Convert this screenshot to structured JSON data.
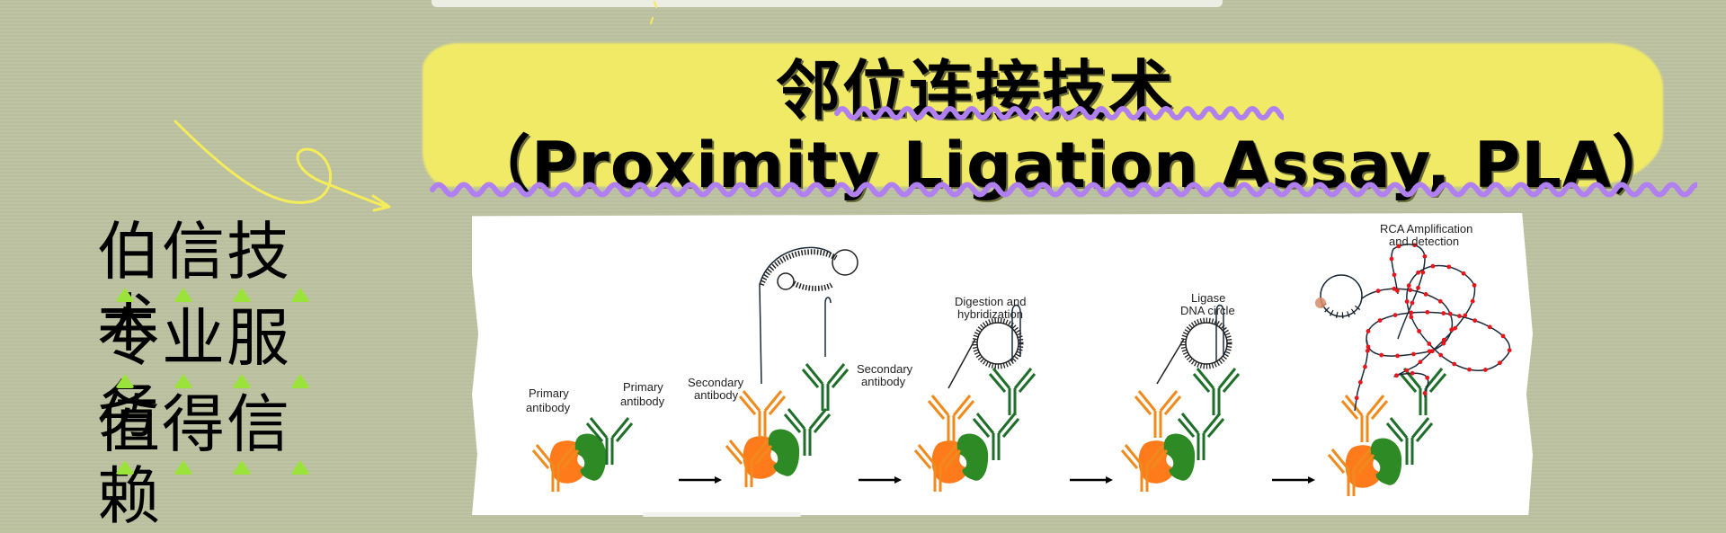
{
  "title": {
    "chinese": "邻位连接技术",
    "english": "（Proximity Ligation Assay, PLA）"
  },
  "slogan": {
    "lines": [
      "伯信技术",
      "专业服务",
      "值得信赖"
    ]
  },
  "colors": {
    "background": "#bdc3a1",
    "highlight": "#f1ea66",
    "wave": "#b07ff0",
    "triangle": "#9be33a",
    "orange": "#f08a1c",
    "orange_protein": "#ff7a1a",
    "green": "#1f6e2a",
    "green_protein": "#2e8a25",
    "signal_red": "#e8151b",
    "doodle": "#f5ec5a"
  },
  "diagram": {
    "steps": [
      {
        "labels": [
          "Primary\nantibody",
          "Primary\nantibody"
        ]
      },
      {
        "labels": [
          "Secondary\nantibody",
          "Secondary\nantibody"
        ]
      },
      {
        "labels": [
          "Digestion and\nhybridization"
        ]
      },
      {
        "labels": [
          "Ligase\nDNA circle"
        ]
      },
      {
        "labels": [
          "RCA Amplification\nand detection"
        ]
      }
    ],
    "text": {
      "primary_left_1": "Primary",
      "primary_left_2": "antibody",
      "primary_right_1": "Primary",
      "primary_right_2": "antibody",
      "secondary_left_1": "Secondary",
      "secondary_left_2": "antibody",
      "secondary_right_1": "Secondary",
      "secondary_right_2": "antibody",
      "digestion_1": "Digestion and",
      "digestion_2": "hybridization",
      "ligase_1": "Ligase",
      "ligase_2": "DNA circle",
      "rca_1": "RCA Amplification",
      "rca_2": "and detection"
    }
  }
}
